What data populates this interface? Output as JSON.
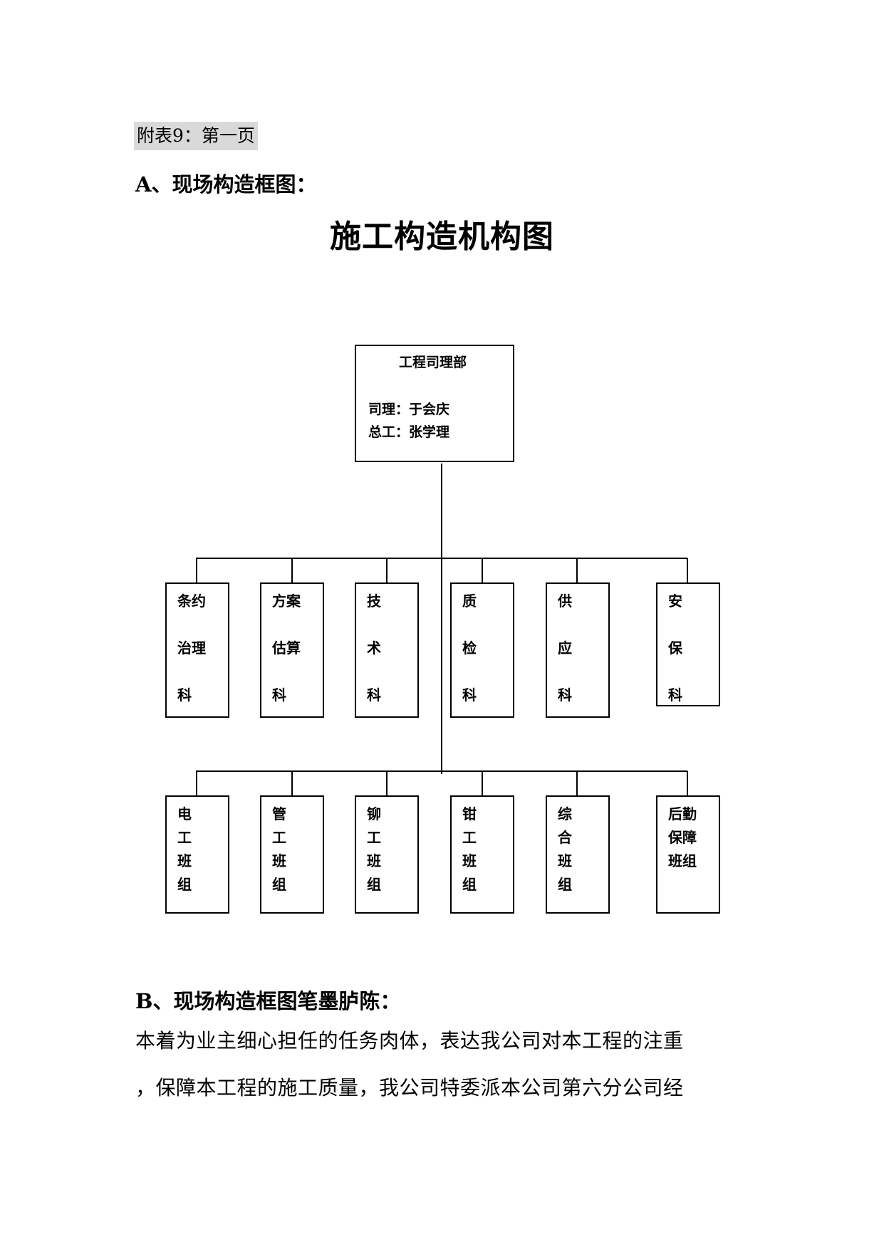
{
  "attach_label": "附表9：第一页",
  "section_a_heading": "A、现场构造框图：",
  "doc_title": "施工构造机构图",
  "org_chart": {
    "top_box": {
      "title": "工程司理部",
      "line1": "司理：于会庆",
      "line2": "总工：张学理"
    },
    "departments": [
      {
        "lines": [
          "条约",
          "治理",
          "科"
        ]
      },
      {
        "lines": [
          "方案",
          "估算",
          "科"
        ]
      },
      {
        "lines": [
          "技",
          "术",
          "科"
        ]
      },
      {
        "lines": [
          "质",
          "检",
          "科"
        ]
      },
      {
        "lines": [
          "供",
          "应",
          "科"
        ]
      },
      {
        "lines": [
          "安",
          "保",
          "科"
        ]
      }
    ],
    "teams": [
      {
        "lines": [
          "电",
          "工",
          "班",
          "组"
        ]
      },
      {
        "lines": [
          "管",
          "工",
          "班",
          "组"
        ]
      },
      {
        "lines": [
          "铆",
          "工",
          "班",
          "组"
        ]
      },
      {
        "lines": [
          "钳",
          "工",
          "班",
          "组"
        ]
      },
      {
        "lines": [
          "综",
          "合",
          "班",
          "组"
        ]
      },
      {
        "lines": [
          "后勤",
          "保障",
          "班组"
        ]
      }
    ]
  },
  "section_b_heading": "B、现场构造框图笔墨胪陈：",
  "paragraph": {
    "line1": "本着为业主细心担任的任务肉体，表达我公司对本工程的注重",
    "line2": "，保障本工程的施工质量，我公司特委派本公司第六分公司经"
  }
}
